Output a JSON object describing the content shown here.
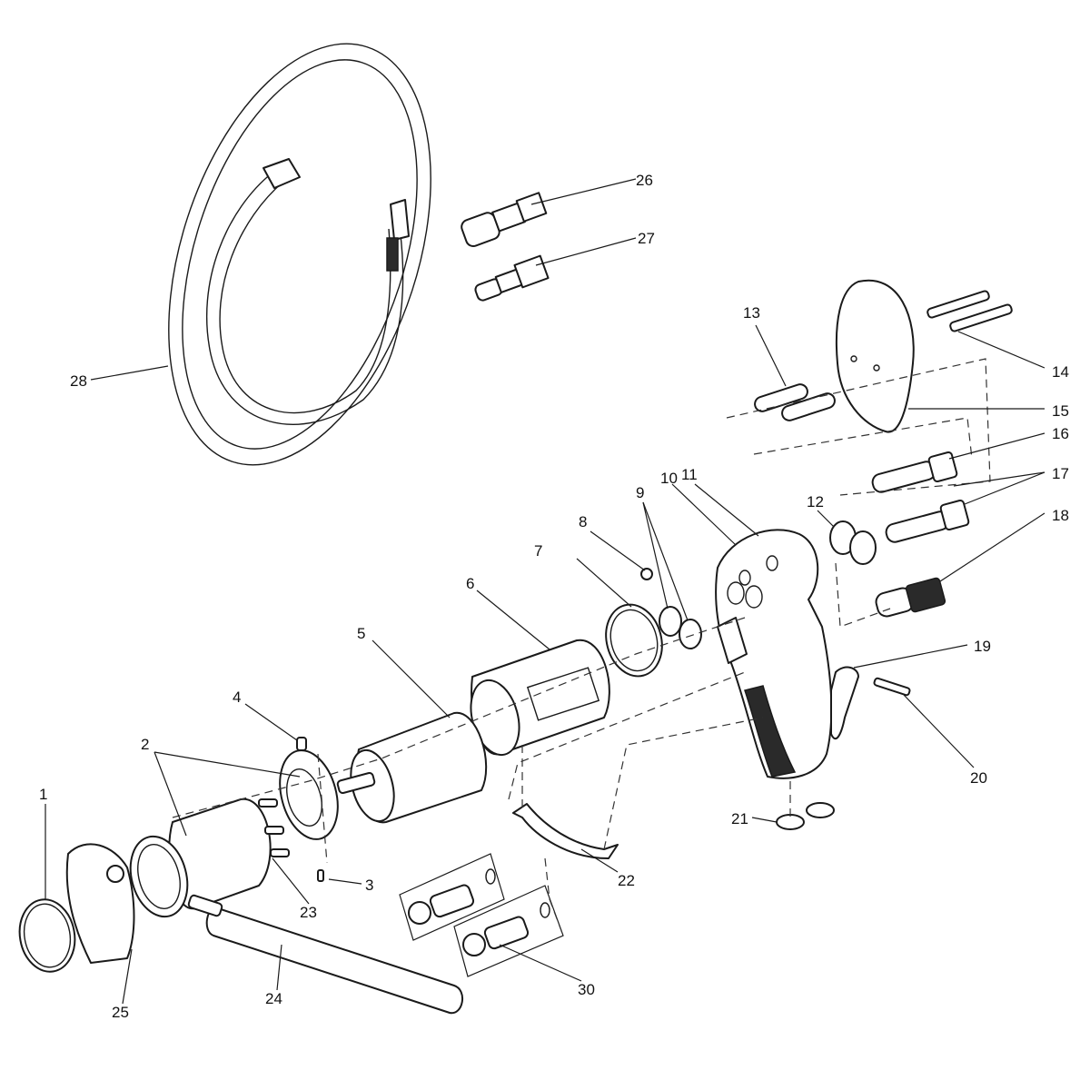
{
  "labels": {
    "p1": "1",
    "p2": "2",
    "p3": "3",
    "p4": "4",
    "p5": "5",
    "p6": "6",
    "p7": "7",
    "p8": "8",
    "p9": "9",
    "p10": "10",
    "p11": "11",
    "p12": "12",
    "p13": "13",
    "p14": "14",
    "p15": "15",
    "p16": "16",
    "p17": "17",
    "p18": "18",
    "p19": "19",
    "p20": "20",
    "p21": "21",
    "p22": "22",
    "p23": "23",
    "p24": "24",
    "p25": "25",
    "p26": "26",
    "p27": "27",
    "p28": "28",
    "p30": "30"
  },
  "colors": {
    "line": "#1a1a1a",
    "background": "#ffffff"
  }
}
